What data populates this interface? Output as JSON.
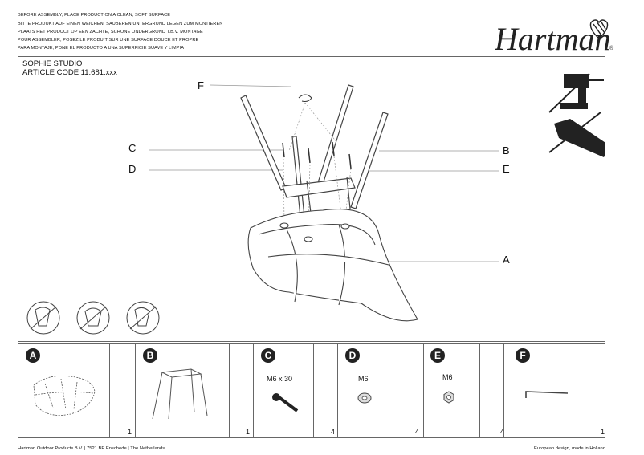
{
  "instructions": [
    "BEFORE ASSEMBLY, PLACE PRODUCT ON A CLEAN, SOFT SURFACE",
    "BITTE PRODUKT AUF EINEN WEICHEN, SAUBEREN UNTERGRUND LEGEN ZUM MONTIEREN",
    "PLAATS HET PRODUCT OP EEN ZACHTE, SCHONE ONDERGROND T.B.V. MONTAGE",
    "POUR ASSEMBLER, POSEZ LE PRODUIT SUR UNE SURFACE DOUCE ET PROPRE",
    "PARA MONTAJE, PONE EL PRODUCTO A UNA SUPERFICIE SUAVE Y LIMPIA"
  ],
  "logo": {
    "text": "Hartman",
    "registered": "®"
  },
  "product": {
    "name": "SOPHIE STUDIO",
    "article_code": "ARTICLE CODE 11.681.xxx"
  },
  "diagram_labels": {
    "A": "A",
    "B": "B",
    "C": "C",
    "D": "D",
    "E": "E",
    "F": "F"
  },
  "parts": [
    {
      "letter": "A",
      "spec": "",
      "qty": "1"
    },
    {
      "letter": "B",
      "spec": "",
      "qty": "1"
    },
    {
      "letter": "C",
      "spec": "M6 x 30",
      "qty": "4"
    },
    {
      "letter": "D",
      "spec": "M6",
      "qty": "4"
    },
    {
      "letter": "E",
      "spec": "M6",
      "qty": "4"
    },
    {
      "letter": "F",
      "spec": "",
      "qty": "1"
    }
  ],
  "footer": {
    "left": "Hartman Outdoor Products B.V. | 7521 BE Enschede | The Netherlands",
    "right": "European design, made in Holland"
  }
}
